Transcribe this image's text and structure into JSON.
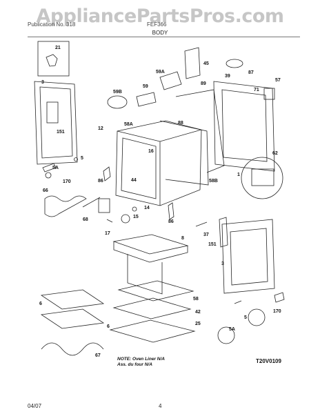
{
  "header": {
    "left_text": "Publication No. 318",
    "right_text": "FEF366",
    "section_title": "BODY"
  },
  "watermark": "AppliancePartsPros.com",
  "part_labels": {
    "p21": "21",
    "p3a": "3",
    "p151a": "151",
    "p5a": "5",
    "p5Aa": "5A",
    "p170a": "170",
    "p66": "66",
    "p68": "68",
    "p45": "45",
    "p59A": "59A",
    "p59": "59",
    "p59B": "59B",
    "p39": "39",
    "p87": "87",
    "p89": "89",
    "p71": "71",
    "p57": "57",
    "p88": "88",
    "p58A": "58A",
    "p12": "12",
    "p16": "16",
    "p44": "44",
    "p86a": "86",
    "p86b": "86",
    "p58B": "58B",
    "p62": "62",
    "p1": "1",
    "p14": "14",
    "p15": "15",
    "p17": "17",
    "p37": "37",
    "p151b": "151",
    "p3b": "3",
    "p8": "8",
    "p58": "58",
    "p42": "42",
    "p25": "25",
    "p6a": "6",
    "p6b": "6",
    "p67": "67",
    "p5b": "5",
    "p5Ab": "5A",
    "p170b": "170"
  },
  "note": {
    "line1": "NOTE: Oven Liner N/A",
    "line2": "Ass. du four N/A"
  },
  "diagram_code": "T20V0109",
  "footer": {
    "date": "04/07",
    "page": "4"
  }
}
